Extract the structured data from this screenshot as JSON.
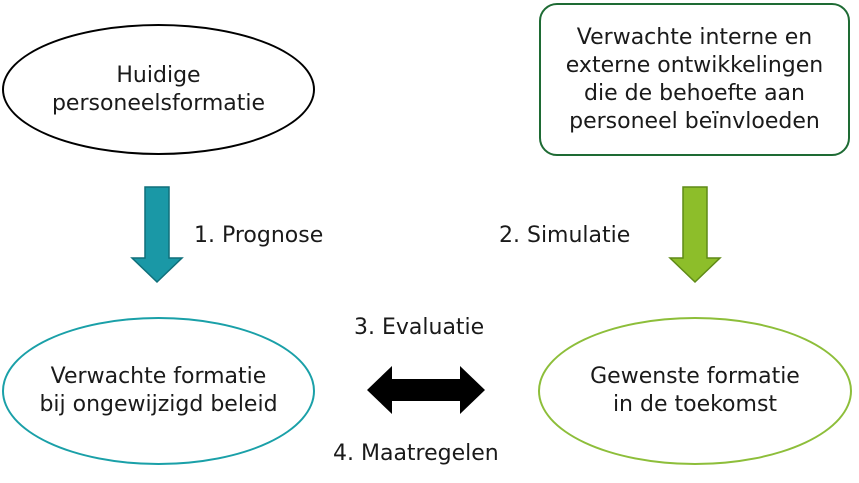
{
  "nodes": {
    "current": "Huidige\npersoneelsformatie",
    "developments": "Verwachte interne en\nexterne ontwikkelingen\ndie de behoefte aan\npersoneel beïnvloeden",
    "expected": "Verwachte formatie\nbij ongewijzigd beleid",
    "desired": "Gewenste formatie\nin de toekomst"
  },
  "steps": {
    "prognose": "1. Prognose",
    "simulatie": "2. Simulatie",
    "evaluatie": "3. Evaluatie",
    "maatregelen": "4. Maatregelen"
  },
  "colors": {
    "teal": "#1a98a6",
    "green": "#8dbe2a",
    "black": "#000000"
  }
}
